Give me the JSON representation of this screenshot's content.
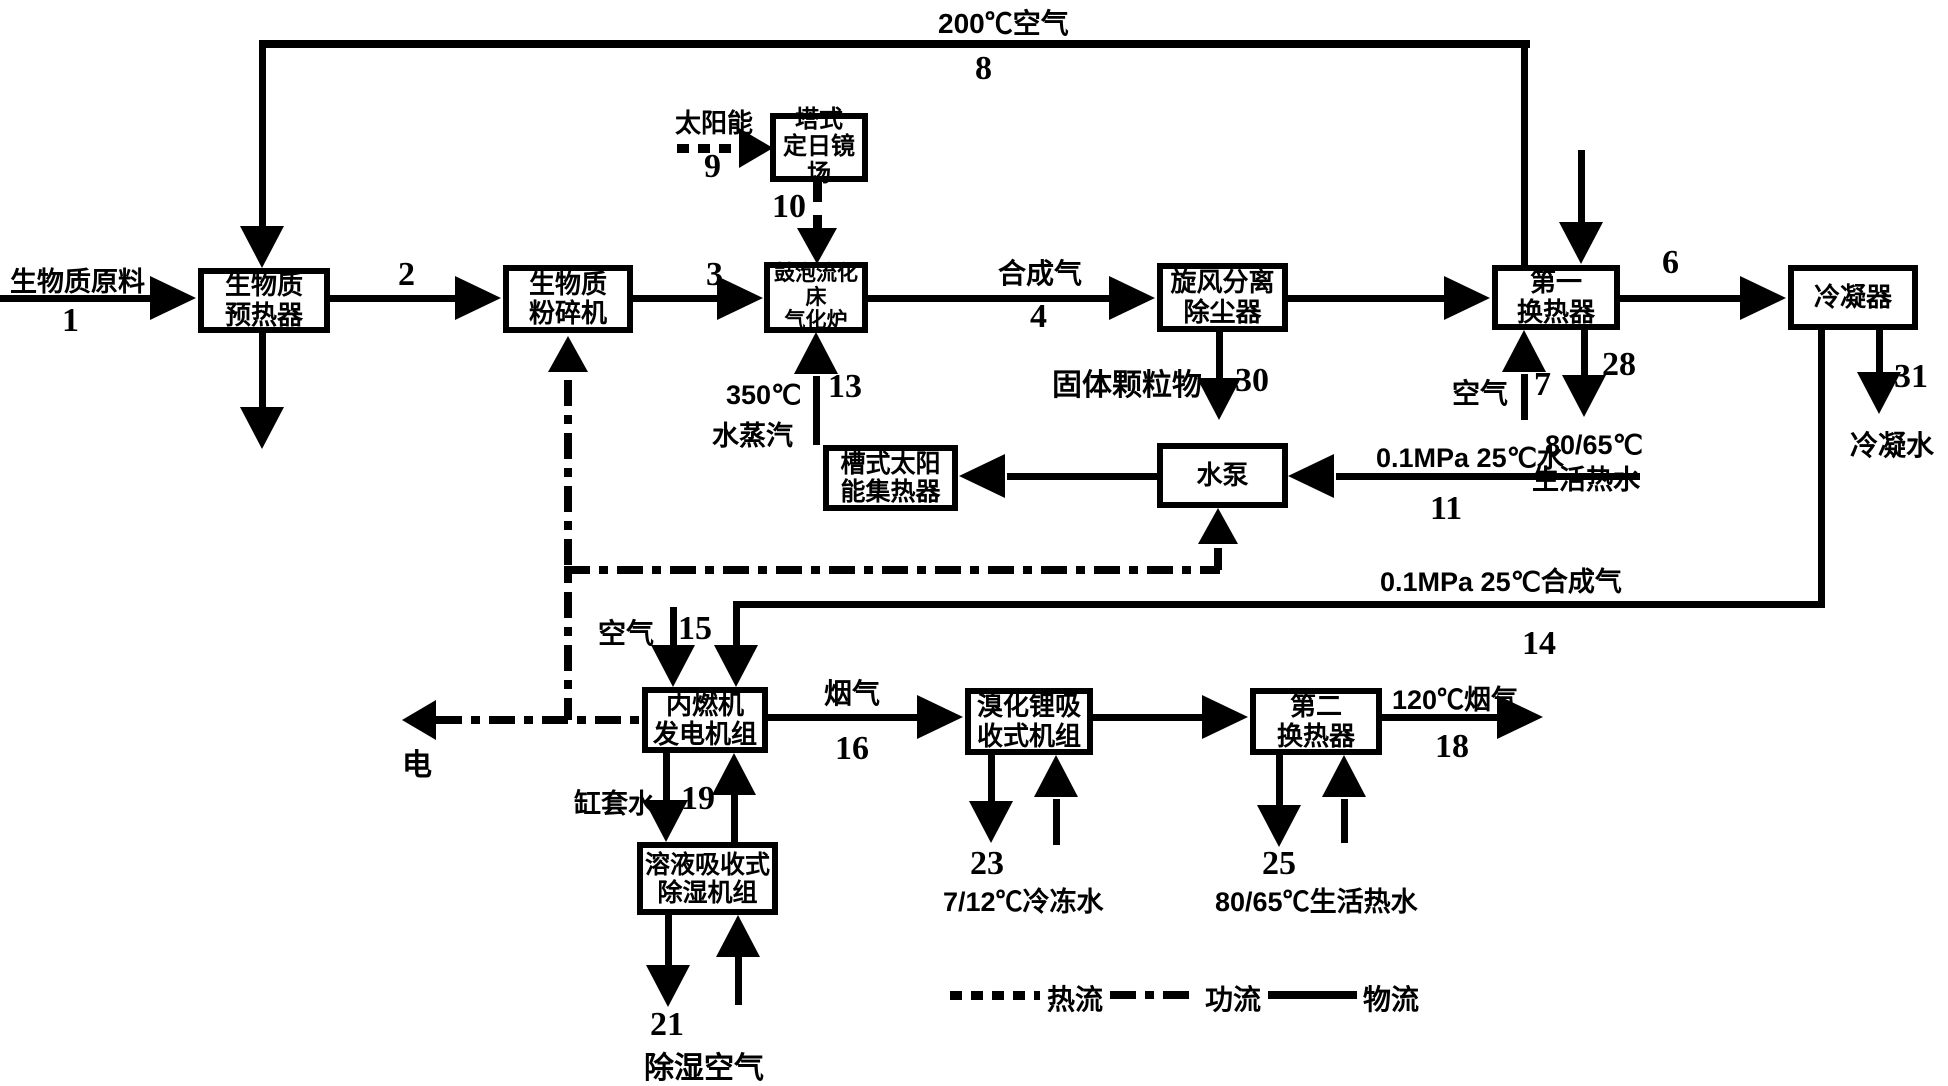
{
  "colors": {
    "ink": "#000000",
    "paper": "#ffffff"
  },
  "boxes": {
    "preheater": {
      "line1": "生物质",
      "line2": "预热器"
    },
    "crusher": {
      "line1": "生物质",
      "line2": "粉碎机"
    },
    "heliostat": {
      "line1": "塔式",
      "line2": "定日镜场"
    },
    "gasifier": {
      "line1": "鼓泡流化床",
      "line2": "气化炉"
    },
    "cyclone": {
      "line1": "旋风分离",
      "line2": "除尘器"
    },
    "hx1": {
      "line1": "第一",
      "line2": "换热器"
    },
    "condenser": {
      "line1": "冷凝器"
    },
    "trough": {
      "line1": "槽式太阳",
      "line2": "能集热器"
    },
    "pump": {
      "line1": "水泵"
    },
    "engine": {
      "line1": "内燃机",
      "line2": "发电机组"
    },
    "libr": {
      "line1": "溴化锂吸",
      "line2": "收式机组"
    },
    "hx2": {
      "line1": "第二",
      "line2": "换热器"
    },
    "dehumidifier": {
      "line1": "溶液吸收式",
      "line2": "除湿机组"
    }
  },
  "streams": {
    "biomass_feed": "生物质原料",
    "air_200": "200℃空气",
    "solar": "太阳能",
    "syngas": "合成气",
    "steam_temp": "350℃",
    "steam": "水蒸汽",
    "solid_particles": "固体颗粒物",
    "air_hx1": "空气",
    "hot_water_temp": "80/65℃",
    "hot_water": "生活热水",
    "water_in": "0.1MPa 25℃水",
    "condensate": "冷凝水",
    "syngas_cool": "0.1MPa 25℃合成气",
    "air_engine": "空气",
    "electricity": "电",
    "flue_gas": "烟气",
    "jacket_water": "缸套水",
    "flue_gas_120": "120℃烟气",
    "chilled_water": "7/12℃冷冻水",
    "hot_water2": "80/65℃生活热水",
    "dehumid_air": "除湿空气"
  },
  "numbers": {
    "n1": "1",
    "n2": "2",
    "n3": "3",
    "n4": "4",
    "n6": "6",
    "n7": "7",
    "n8": "8",
    "n9": "9",
    "n10": "10",
    "n11": "11",
    "n13": "13",
    "n14": "14",
    "n15": "15",
    "n16": "16",
    "n18": "18",
    "n19": "19",
    "n21": "21",
    "n23": "23",
    "n25": "25",
    "n28": "28",
    "n30": "30",
    "n31": "31"
  },
  "legend": {
    "heat": "热流",
    "work": "功流",
    "material": "物流"
  }
}
